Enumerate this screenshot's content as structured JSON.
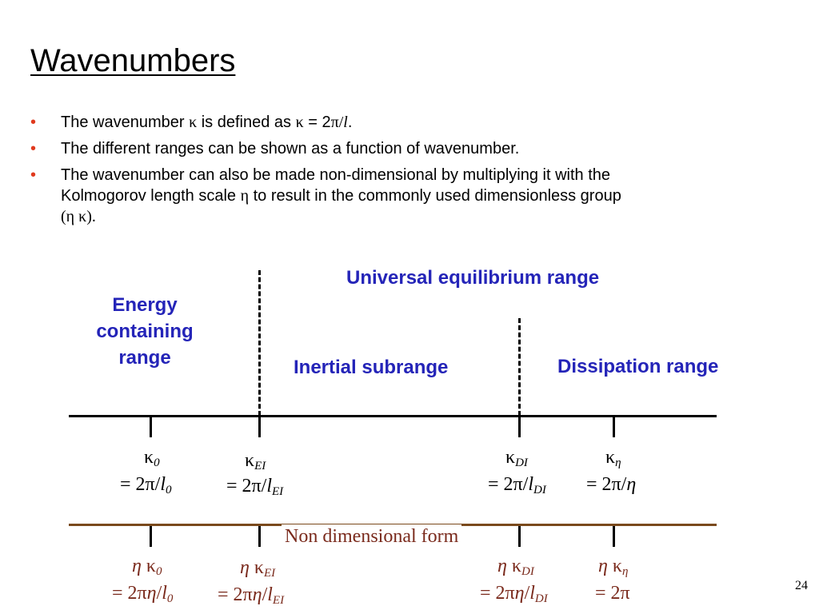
{
  "slide": {
    "title": "Wavenumbers",
    "page_number": "24",
    "bullets": [
      {
        "pre": "The wavenumber ",
        "k1": "κ",
        "mid": " is defined as ",
        "k2": "κ",
        "eq": " = 2",
        "pi": "π",
        "slash": "/",
        "l": "l",
        "end": "."
      },
      {
        "text": "The different ranges can be shown as a function of wavenumber."
      },
      {
        "line1": "The wavenumber can also be made non-dimensional by multiplying it with the",
        "line2a": "Kolmogorov length scale ",
        "eta": "η",
        "line2b": " to result in the commonly used dimensionless group",
        "line3": "(η κ)."
      }
    ]
  },
  "diagram": {
    "colors": {
      "label": "#2424b8",
      "axis": "#000000",
      "nondim_axis": "#7a4a1c",
      "nondim_text": "#7a2a1c",
      "bullet": "#e03a1e"
    },
    "ranges": {
      "energy": "Energy containing range",
      "universal": "Universal equilibrium range",
      "inertial": "Inertial subrange",
      "dissipation": "Dissipation range"
    },
    "nondim_label": "Non dimensional form",
    "dimensional": [
      {
        "sym": "κ",
        "sub": "0",
        "eq": "= 2π/",
        "l": "l",
        "lsub": "0"
      },
      {
        "sym": "κ",
        "sub": "EI",
        "eq": "= 2π/",
        "l": "l",
        "lsub": "EI"
      },
      {
        "sym": "κ",
        "sub": "DI",
        "eq": "= 2π/",
        "l": "l",
        "lsub": "DI"
      },
      {
        "sym": "κ",
        "sub": "η",
        "eq": "= 2π/",
        "tail": "η"
      }
    ],
    "nondimensional": [
      {
        "eta": "η",
        "sym": " κ",
        "sub": "0",
        "eq": "= 2π",
        "eta2": "η",
        "slash": "/",
        "l": "l",
        "lsub": "0"
      },
      {
        "eta": "η",
        "sym": " κ",
        "sub": "EI",
        "eq": "= 2π",
        "eta2": "η",
        "slash": "/",
        "l": "l",
        "lsub": "EI"
      },
      {
        "eta": "η",
        "sym": " κ",
        "sub": "DI",
        "eq": "= 2π",
        "eta2": "η",
        "slash": "/",
        "l": "l",
        "lsub": "DI"
      },
      {
        "eta": "η",
        "sym": " κ",
        "sub": "η",
        "eq": "= 2π"
      }
    ]
  }
}
